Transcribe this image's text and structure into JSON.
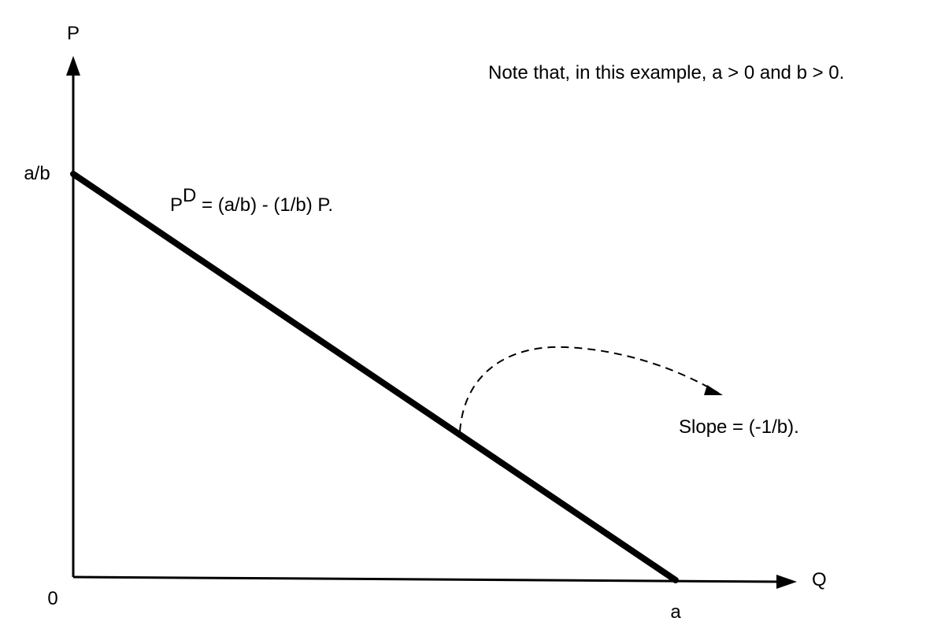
{
  "chart_data": {
    "type": "line",
    "title": "",
    "xlabel": "Q",
    "ylabel": "P",
    "origin_label": "0",
    "x_intercept_label": "a",
    "y_intercept_label": "a/b",
    "series": [
      {
        "name": "",
        "x": [
          "0",
          "a"
        ],
        "y": [
          "a/b",
          "0"
        ]
      }
    ],
    "annotations": {
      "note": "Note that, in this example, a > 0 and b > 0.",
      "equation_base": "P",
      "equation_superscript": "D",
      "equation_rest": " = (a/b) - (1/b) P.",
      "slope": "Slope = (-1/b)."
    },
    "grid": false,
    "legend": "none"
  },
  "colors": {
    "line": "#000000",
    "axes": "#000000",
    "background": "#ffffff"
  }
}
